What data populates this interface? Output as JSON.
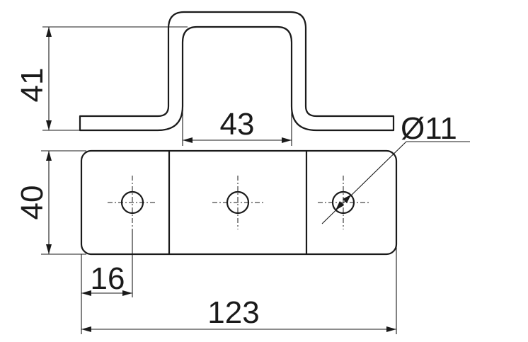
{
  "drawing": {
    "dimensions": {
      "height_profile": "41",
      "bridge_width": "43",
      "hole_diameter": "Ø11",
      "plate_width": "40",
      "hole_offset": "16",
      "overall_length": "123"
    }
  }
}
